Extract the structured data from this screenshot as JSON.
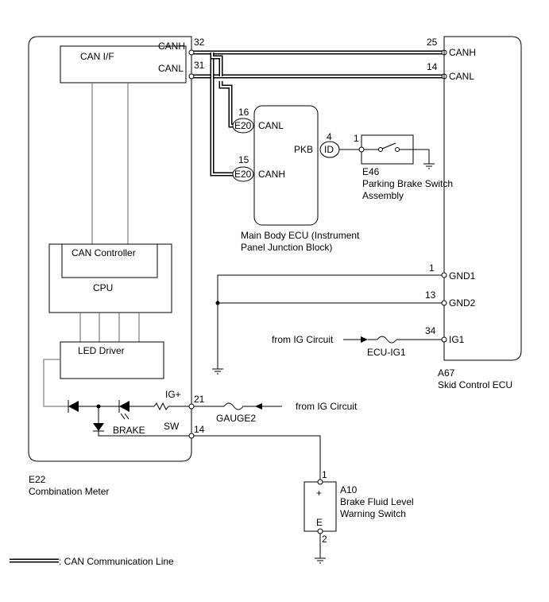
{
  "combination_meter": {
    "code": "E22",
    "name": "Combination Meter",
    "can_if": "CAN I/F",
    "can_controller": "CAN Controller",
    "cpu": "CPU",
    "led_driver": "LED Driver",
    "brake": "BRAKE",
    "pins": {
      "canh": {
        "label": "CANH",
        "num": "32"
      },
      "canl": {
        "label": "CANL",
        "num": "31"
      },
      "ig": {
        "label": "IG+",
        "num": "21"
      },
      "sw": {
        "label": "SW",
        "num": "14"
      }
    }
  },
  "skid_control_ecu": {
    "code": "A67",
    "name": "Skid Control ECU",
    "pins": {
      "canh": {
        "label": "CANH",
        "num": "25"
      },
      "canl": {
        "label": "CANL",
        "num": "14"
      },
      "gnd1": {
        "label": "GND1",
        "num": "1"
      },
      "gnd2": {
        "label": "GND2",
        "num": "13"
      },
      "ig1": {
        "label": "IG1",
        "num": "34"
      }
    }
  },
  "main_body_ecu": {
    "name_line1": "Main Body ECU (Instrument",
    "name_line2": "Panel Junction Block)",
    "connector": "E20",
    "pins": {
      "canl": {
        "label": "CANL",
        "num": "16"
      },
      "canh": {
        "label": "CANH",
        "num": "15"
      },
      "pkb": {
        "label": "PKB",
        "num": "4"
      }
    },
    "junction": "ID"
  },
  "parking_brake_switch": {
    "code": "E46",
    "name_line1": "Parking Brake Switch",
    "name_line2": "Assembly",
    "pin": "1"
  },
  "brake_fluid_switch": {
    "code": "A10",
    "name_line1": "Brake Fluid Level",
    "name_line2": "Warning Switch",
    "plus": "+",
    "e": "E",
    "pin_top": "1",
    "pin_bottom": "2"
  },
  "fuses": {
    "ecu_ig1": "ECU-IG1",
    "gauge2": "GAUGE2"
  },
  "from_ig_1": "from IG Circuit",
  "from_ig_2": "from IG Circuit",
  "legend": ": CAN Communication Line"
}
